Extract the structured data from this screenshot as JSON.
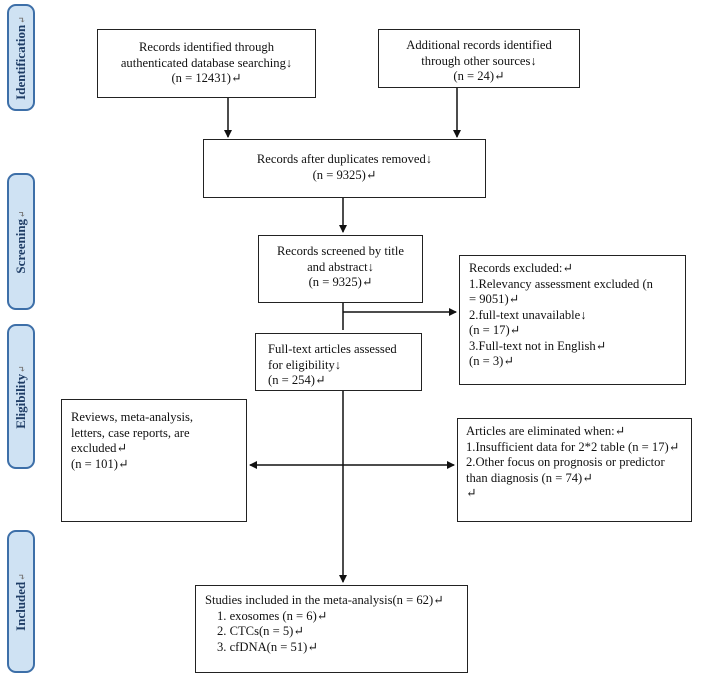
{
  "stages": [
    {
      "id": "identification",
      "label": "Identification"
    },
    {
      "id": "screening",
      "label": "Screening"
    },
    {
      "id": "eligibility",
      "label": "Eligibility"
    },
    {
      "id": "included",
      "label": "Included"
    }
  ],
  "mark": "↵",
  "boxes": {
    "db_search": {
      "lines": [
        "Records identified through",
        "authenticated database searching↓",
        "(n = 12431)↵"
      ]
    },
    "other_sources": {
      "lines": [
        "Additional records identified",
        "through other sources↓",
        "(n = 24)↵"
      ]
    },
    "duplicates_removed": {
      "lines": [
        "Records after duplicates removed↓",
        "(n = 9325)↵"
      ]
    },
    "screened": {
      "lines": [
        "Records screened by title",
        "and abstract↓",
        "(n = 9325)↵"
      ]
    },
    "excluded": {
      "lines": [
        "Records excluded:↵",
        "1.Relevancy assessment excluded (n",
        "= 9051)↵",
        "2.full-text unavailable↓",
        "(n = 17)↵",
        "3.Full-text not in English↵",
        "(n = 3)↵"
      ]
    },
    "fulltext": {
      "lines": [
        "Full-text articles assessed",
        "for eligibility↓",
        "(n = 254)↵"
      ]
    },
    "reviews": {
      "lines": [
        "Reviews, meta-analysis,",
        "letters, case reports, are",
        "excluded↵",
        "(n = 101)↵"
      ]
    },
    "eliminated": {
      "lines": [
        "Articles are eliminated when:↵",
        "1.Insufficient data for 2*2 table (n = 17)↵",
        "2.Other focus on prognosis or predictor",
        "than diagnosis (n = 74)↵",
        "↵"
      ]
    },
    "included": {
      "lines": [
        "Studies included in the meta-analysis(n = 62)↵",
        "1. exosomes (n = 6)↵",
        "2. CTCs(n = 5)↵",
        "3. cfDNA(n = 51)↵"
      ]
    }
  }
}
